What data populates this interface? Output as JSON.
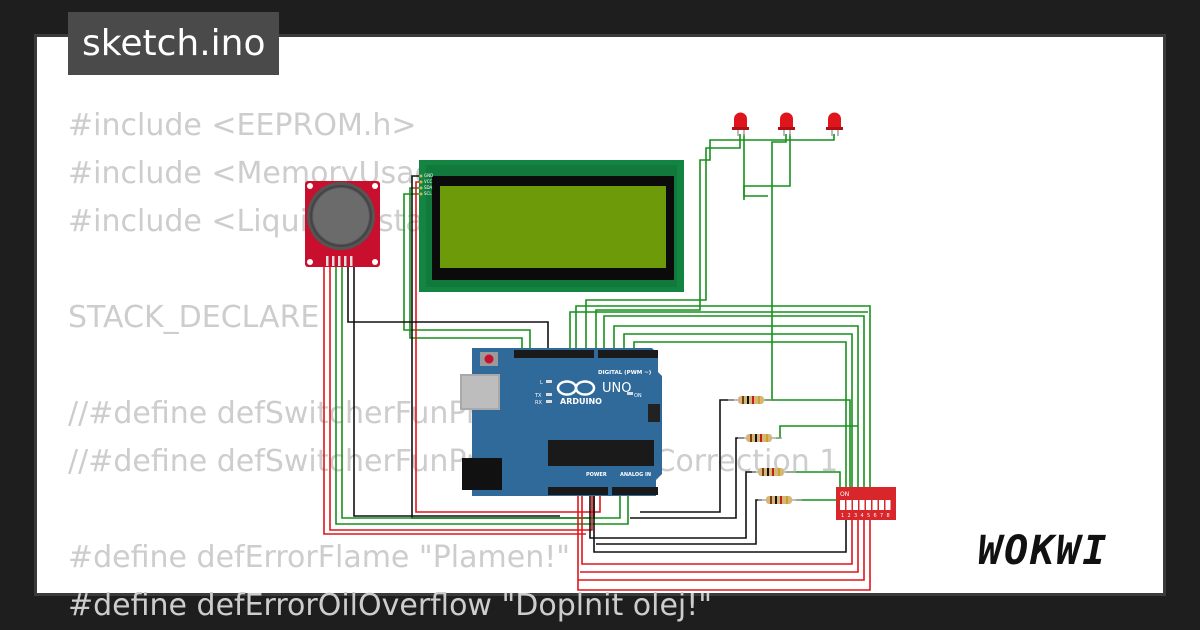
{
  "window": {
    "title": "sketch.ino"
  },
  "code_lines": [
    "#include <EEPROM.h>",
    "#include <MemoryUsage.h>",
    "#include <LiquidCrystal_I2C.h>",
    "",
    "STACK_DECLARE",
    "",
    "//#define defSwitcherFunPresetMax 50",
    "//#define defSwitcherFunPresetVoltageCorrection 1",
    "",
    "#define defErrorFlame \"Plamen!\"",
    "#define defErrorOilOverflow \"Doplnit olej!\""
  ],
  "arduino": {
    "logo": "ARDUINO",
    "model": "UNO",
    "digital_label": "DIGITAL (PWM ~)",
    "power_label": "POWER",
    "analog_label": "ANALOG IN",
    "on_label": "ON",
    "led_labels": [
      "L",
      "TX",
      "RX"
    ]
  },
  "dip_switch": {
    "on_label": "ON",
    "positions": [
      "1",
      "2",
      "3",
      "4",
      "5",
      "6",
      "7",
      "8"
    ]
  },
  "lcd_pins": [
    "GND",
    "VCC",
    "SDA",
    "SCL"
  ],
  "brand": {
    "logo": "WOKWI"
  },
  "colors": {
    "lcd_board": "#148442",
    "lcd_screen": "#6c9a08",
    "arduino": "#2f6a9a",
    "joystick": "#c8102e",
    "led": "#e0151b",
    "dip": "#d9262b",
    "wire_green": "#17911b",
    "wire_red": "#e0151b",
    "wire_black": "#111111"
  }
}
